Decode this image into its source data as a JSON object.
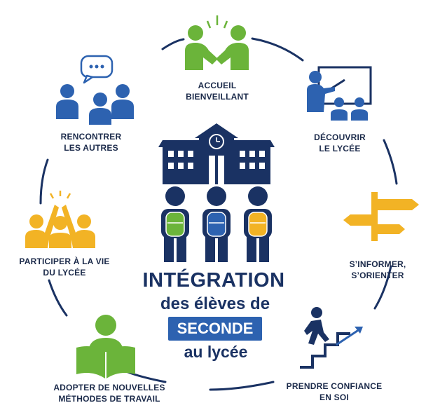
{
  "colors": {
    "navy": "#1a3263",
    "blue": "#2d62b0",
    "green": "#6bb43a",
    "yellow": "#f2b325",
    "text": "#1b2a4a",
    "ring": "#1a3263"
  },
  "center": {
    "title": "INTÉGRATION",
    "line2": "des élèves de",
    "highlight": "SECONDE",
    "line4": "au lycée"
  },
  "items": [
    {
      "id": "accueil",
      "icon": "handshake-icon",
      "line1": "ACCUEIL",
      "line2": "BIENVEILLANT"
    },
    {
      "id": "decouvrir",
      "icon": "teacher-presentation-icon",
      "line1": "DÉCOUVRIR",
      "line2": "LE LYCÉE"
    },
    {
      "id": "informer",
      "icon": "signpost-icon",
      "line1": "S’INFORMER,",
      "line2": "S’ORIENTER"
    },
    {
      "id": "confiance",
      "icon": "person-climbing-stairs-icon",
      "line1": "PRENDRE CONFIANCE",
      "line2": "EN SOI"
    },
    {
      "id": "methodes",
      "icon": "person-reading-book-icon",
      "line1": "ADOPTER DE NOUVELLES",
      "line2": "MÉTHODES DE TRAVAIL"
    },
    {
      "id": "participer",
      "icon": "group-high-five-icon",
      "line1": "PARTICIPER À LA VIE",
      "line2": "DU LYCÉE"
    },
    {
      "id": "rencontrer",
      "icon": "group-speech-bubble-icon",
      "line1": "RENCONTRER",
      "line2": "LES AUTRES"
    }
  ]
}
